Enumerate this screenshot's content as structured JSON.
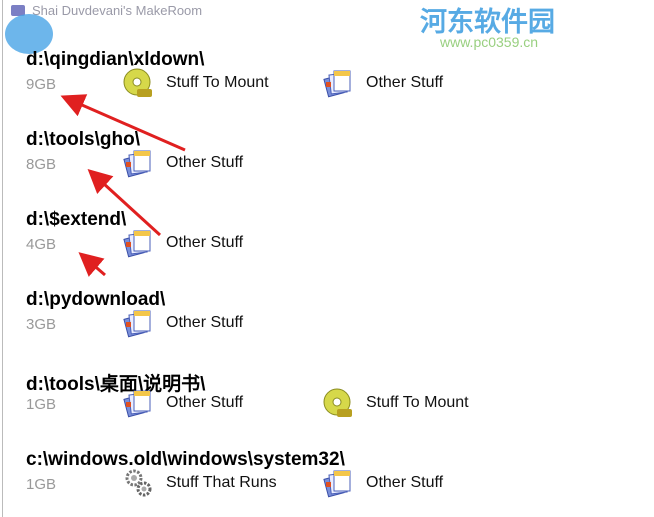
{
  "window": {
    "title": "Shai Duvdevani's MakeRoom"
  },
  "watermark": {
    "text": "河东软件园",
    "sub": "www.pc0359.cn"
  },
  "colors": {
    "arrow": "#e02020",
    "size_text": "#999999"
  },
  "rows": [
    {
      "path": "d:\\qingdian\\xldown\\",
      "size": "9GB",
      "items": [
        {
          "icon": "dvd-icon",
          "label": "Stuff To Mount"
        },
        {
          "icon": "documents-icon",
          "label": "Other Stuff"
        }
      ]
    },
    {
      "path": "d:\\tools\\gho\\",
      "size": "8GB",
      "items": [
        {
          "icon": "documents-icon",
          "label": "Other Stuff"
        }
      ]
    },
    {
      "path": "d:\\$extend\\",
      "size": "4GB",
      "items": [
        {
          "icon": "documents-icon",
          "label": "Other Stuff"
        }
      ]
    },
    {
      "path": "d:\\pydownload\\",
      "size": "3GB",
      "items": [
        {
          "icon": "documents-icon",
          "label": "Other Stuff"
        }
      ]
    },
    {
      "path": "d:\\tools\\桌面\\说明书\\",
      "size": "1GB",
      "items": [
        {
          "icon": "documents-icon",
          "label": "Other Stuff"
        },
        {
          "icon": "dvd-icon",
          "label": "Stuff To Mount"
        }
      ]
    },
    {
      "path": "c:\\windows.old\\windows\\system32\\",
      "size": "1GB",
      "items": [
        {
          "icon": "gears-icon",
          "label": "Stuff That Runs"
        },
        {
          "icon": "documents-icon",
          "label": "Other Stuff"
        }
      ]
    }
  ]
}
